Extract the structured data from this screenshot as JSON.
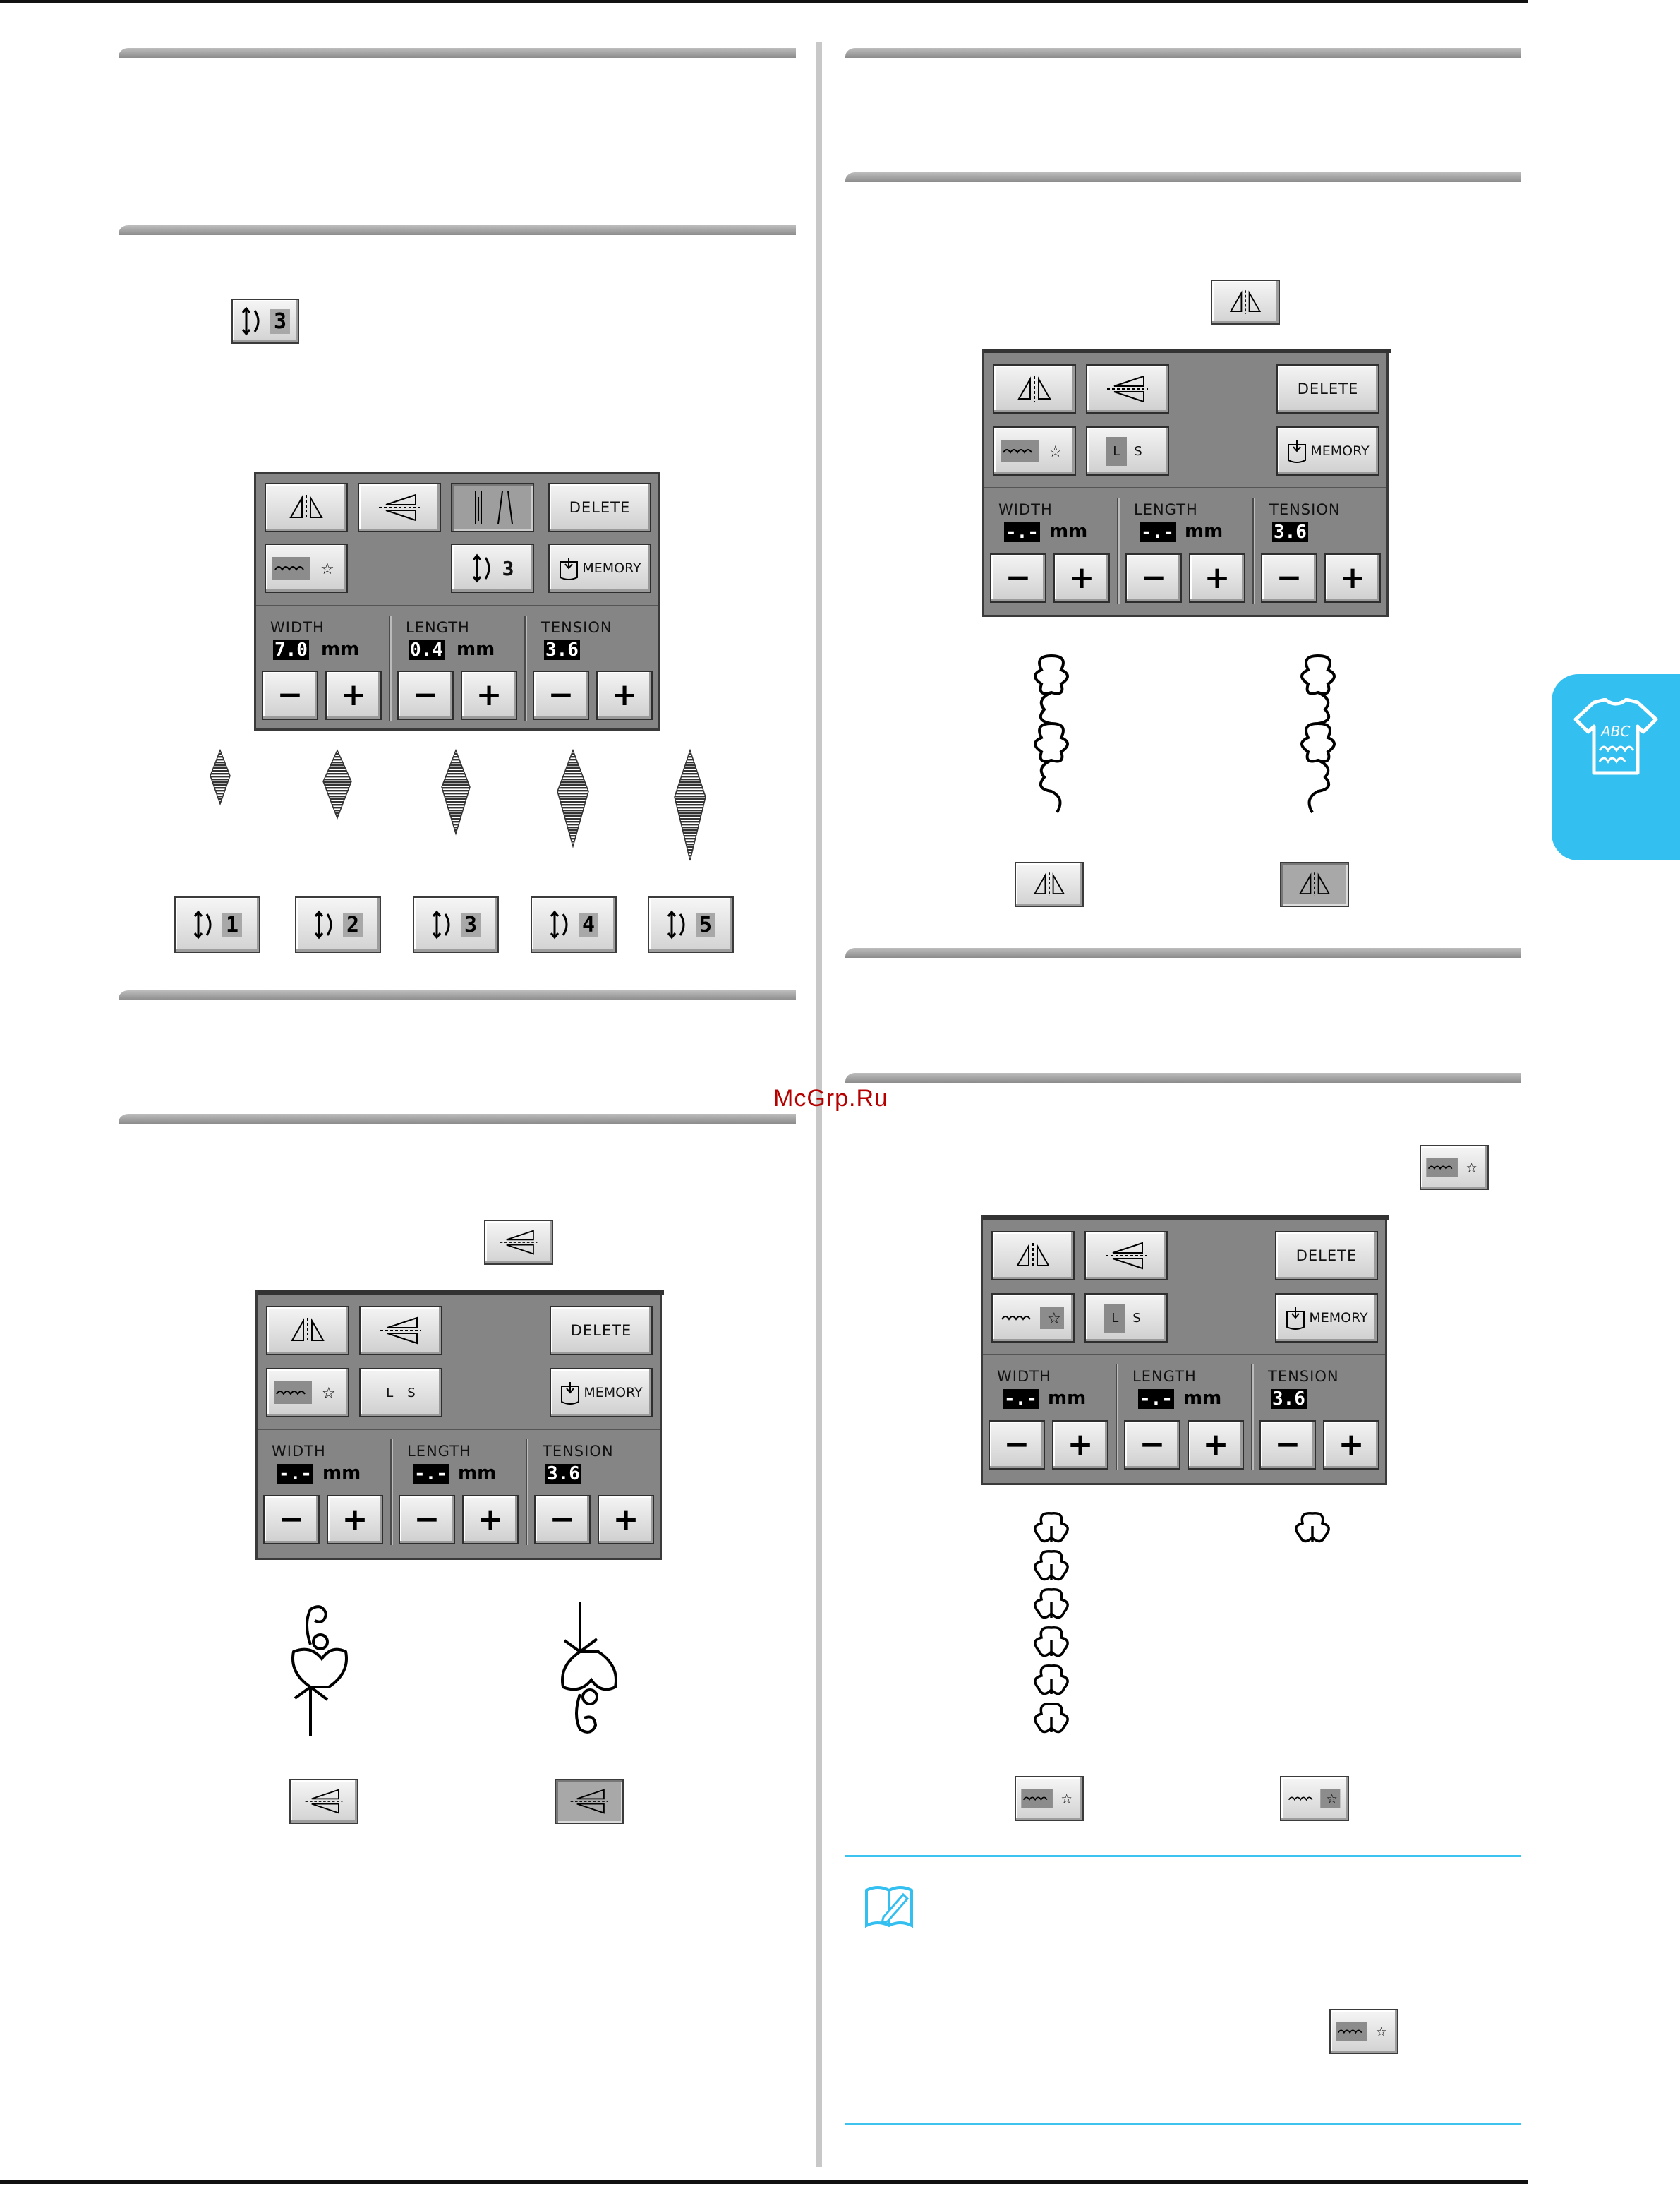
{
  "watermark": "McGrp.Ru",
  "tab": {
    "icon": "embroidery-shirt-icon",
    "text": "ABC"
  },
  "panel_labels": {
    "delete": "DELETE",
    "memory": "MEMORY",
    "width": "WIDTH",
    "length": "LENGTH",
    "tension": "TENSION",
    "unit": "mm",
    "l": "L",
    "s": "S",
    "minus": "−",
    "plus": "+"
  },
  "panel_density": {
    "width_value": "7.0",
    "length_value": "0.4",
    "tension_value": "3.6",
    "density_value": "3"
  },
  "panel_blank": {
    "width_value": "-.-",
    "length_value": "-.-",
    "tension_value": "3.6"
  },
  "density_buttons": [
    "1",
    "2",
    "3",
    "4",
    "5"
  ],
  "density_key_value": "3",
  "colors": {
    "accent_blue": "#33bff0",
    "panel_gray": "#858585"
  }
}
